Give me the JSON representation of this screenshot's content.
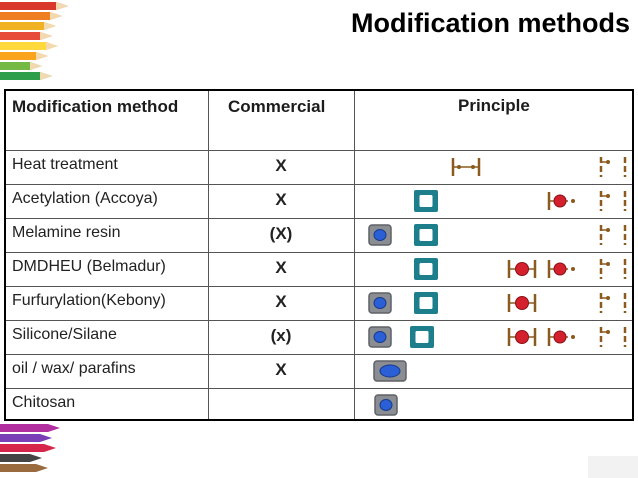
{
  "slide": {
    "title": "Modification methods"
  },
  "table": {
    "headers": [
      "Modification method",
      "Commercial",
      "Principle"
    ],
    "rows": [
      {
        "method": "Heat treatment",
        "commercial": "X"
      },
      {
        "method": "Acetylation (Accoya)",
        "commercial": "X"
      },
      {
        "method": "Melamine resin",
        "commercial": "(X)"
      },
      {
        "method": "DMDHEU (Belmadur)",
        "commercial": "X"
      },
      {
        "method": "Furfurylation(Kebony)",
        "commercial": "X"
      },
      {
        "method": "Silicone/Silane",
        "commercial": "(x)"
      },
      {
        "method": "oil / wax/ parafins",
        "commercial": "X"
      },
      {
        "method": "Chitosan",
        "commercial": ""
      }
    ]
  },
  "colors": {
    "teal": "#1e7f8c",
    "blue_dot": "#2a5fd6",
    "gray_box": "#7d8085",
    "red": "#d4202c",
    "brown": "#8b5a1e"
  }
}
